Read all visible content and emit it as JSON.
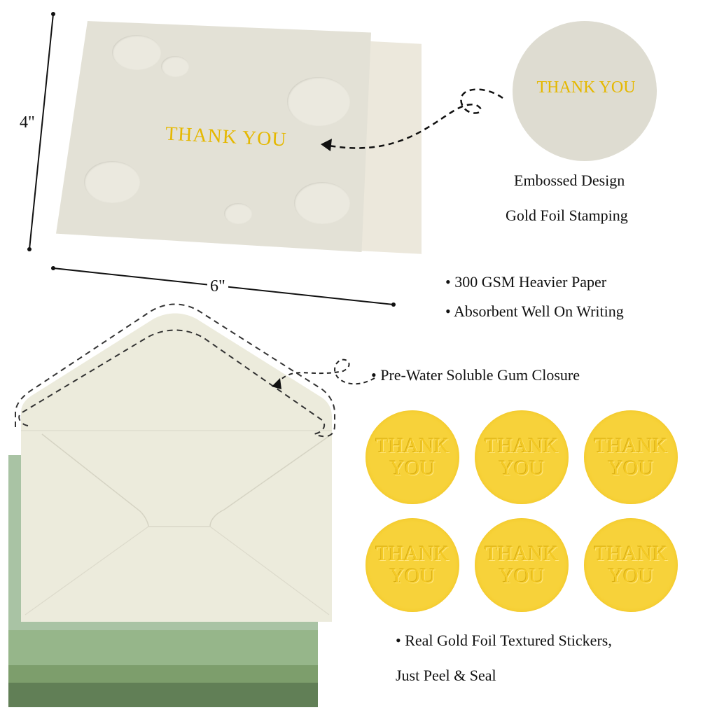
{
  "card": {
    "greeting": "THANK YOU",
    "height_label": "4\"",
    "width_label": "6\""
  },
  "detail": {
    "greeting": "THANK YOU",
    "captions": [
      "Embossed Design",
      "Gold Foil Stamping"
    ]
  },
  "features": {
    "paper": [
      "• 300 GSM Heavier Paper",
      "• Absorbent Well On Writing"
    ],
    "closure": "• Pre-Water Soluble Gum Closure",
    "stickers_line1": "• Real Gold Foil Textured Stickers,",
    "stickers_line2": "Just Peel & Seal"
  },
  "stickers": [
    {
      "line1": "THANK",
      "line2": "YOU"
    },
    {
      "line1": "THANK",
      "line2": "YOU"
    },
    {
      "line1": "THANK",
      "line2": "YOU"
    },
    {
      "line1": "THANK",
      "line2": "YOU"
    },
    {
      "line1": "THANK",
      "line2": "YOU"
    },
    {
      "line1": "THANK",
      "line2": "YOU"
    }
  ],
  "colors": {
    "gold_foil": "#e5b800",
    "sticker_yellow": "#f7d23a",
    "card_cream": "#e3e1d6",
    "envelope_cream": "#ecebdc",
    "green_1": "#a9c3a4",
    "green_2": "#96b68a",
    "green_3": "#7d9e6c",
    "green_4": "#617f56"
  }
}
